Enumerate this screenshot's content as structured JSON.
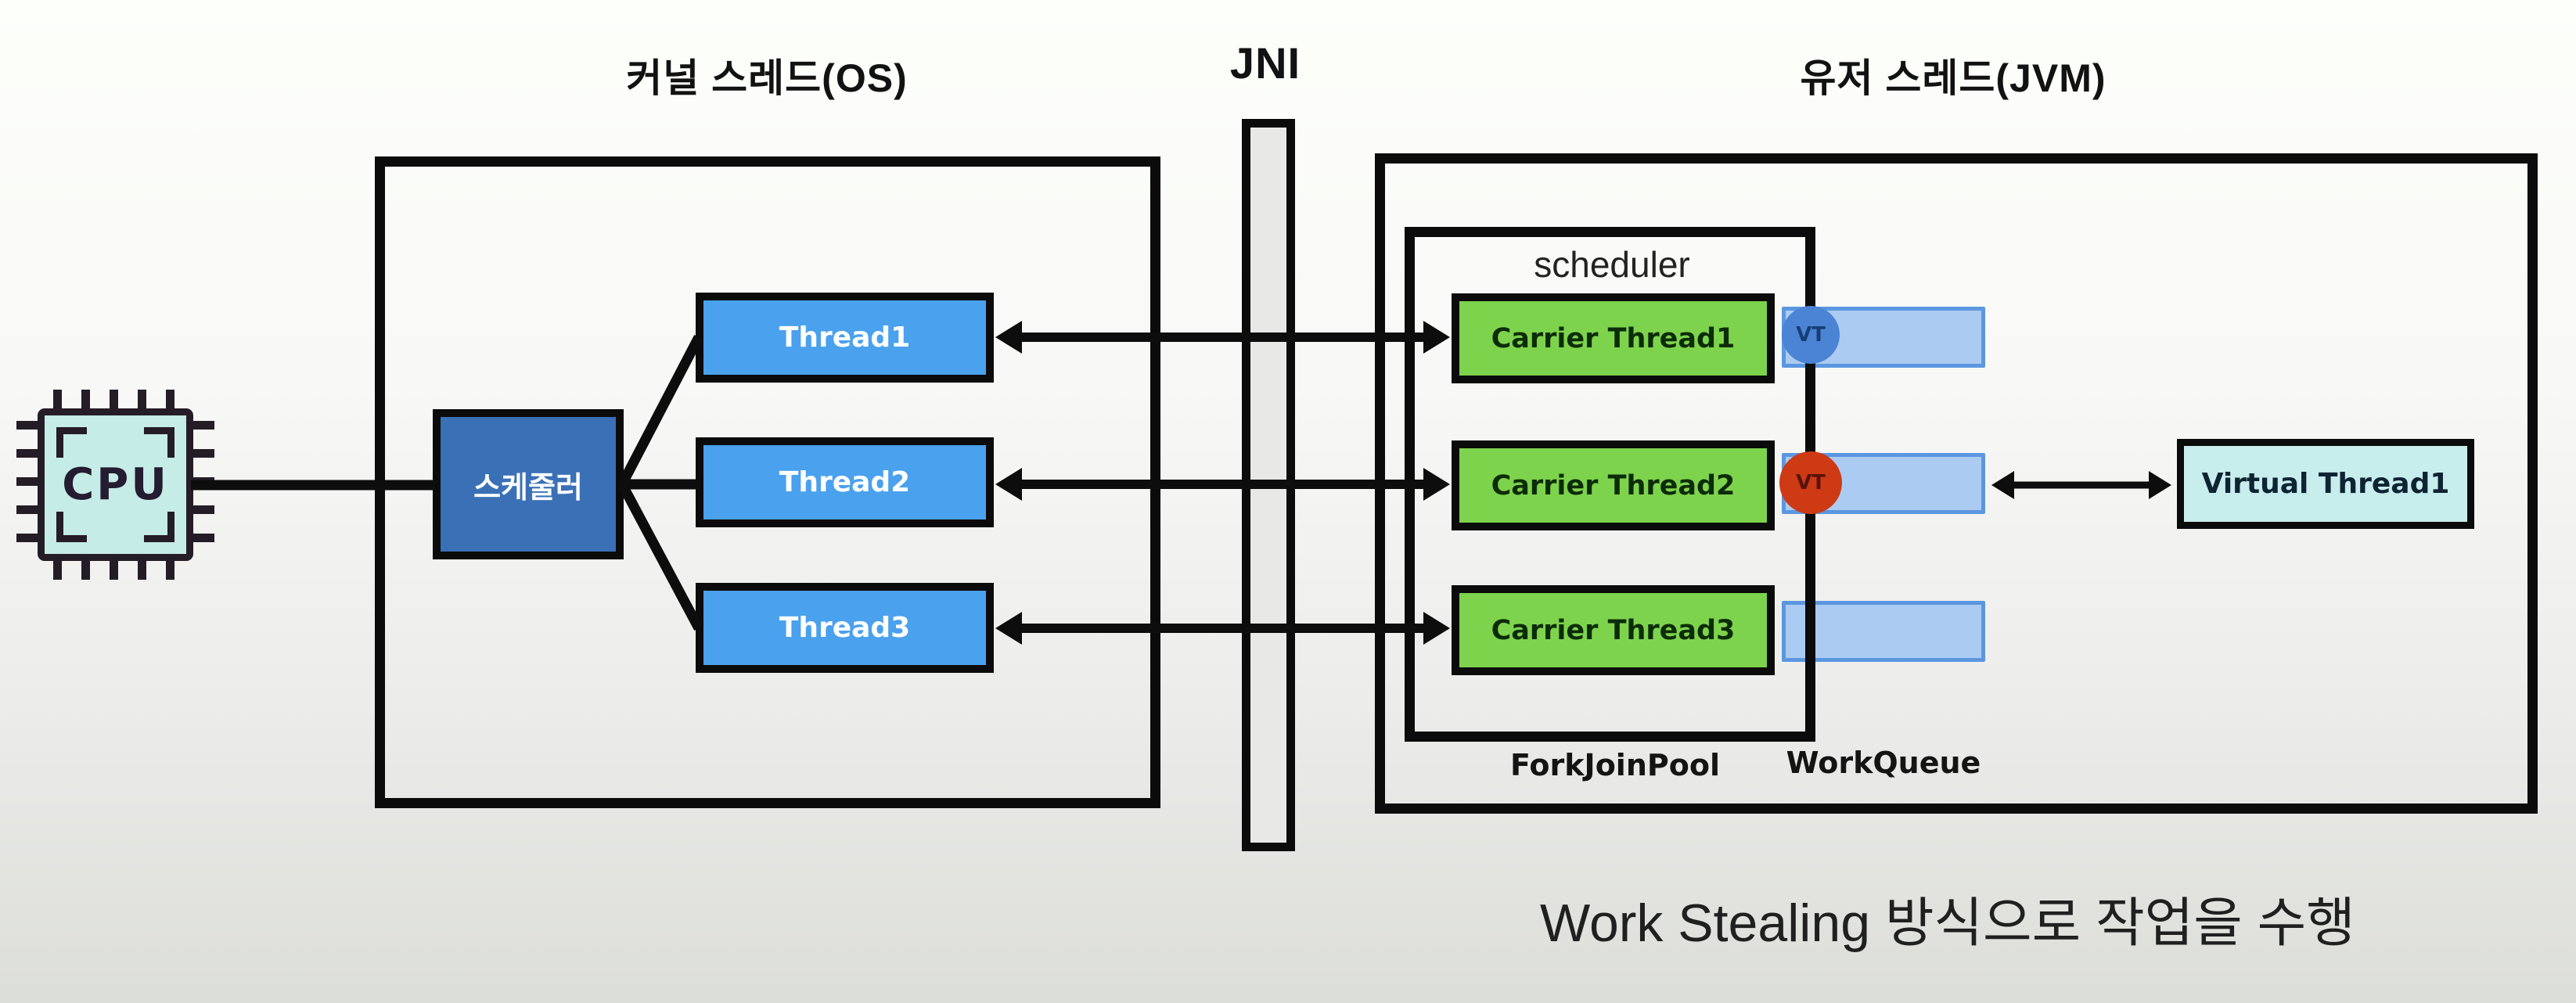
{
  "titles": {
    "kernel_threads": "커널 스레드(OS)",
    "jni": "JNI",
    "user_threads": "유저 스레드(JVM)"
  },
  "cpu": {
    "label": "CPU"
  },
  "os_section": {
    "scheduler": "스케줄러",
    "threads": [
      "Thread1",
      "Thread2",
      "Thread3"
    ]
  },
  "jvm_section": {
    "scheduler_label": "scheduler",
    "carrier_threads": [
      "Carrier Thread1",
      "Carrier Thread2",
      "Carrier Thread3"
    ],
    "forkjoinpool_label": "ForkJoinPool",
    "workqueue_label": "WorkQueue",
    "vt_badge_1": "VT",
    "vt_badge_2": "VT",
    "virtual_thread": "Virtual Thread1"
  },
  "caption": "Work Stealing 방식으로 작업을 수행",
  "colors": {
    "thread_blue": "#4aa1ed",
    "scheduler_blue": "#3a70b6",
    "carrier_green": "#7ed34d",
    "workqueue_fill": "#accbf2",
    "workqueue_border": "#5b97e0",
    "vt_badge_blue": "#4b84d4",
    "vt_badge_red": "#cd3a14",
    "cpu_fill": "#c5ece7",
    "virtual_thread_fill": "#c8eded",
    "jni_bar_fill": "#e8e8e6",
    "line_black": "#0d0d0d"
  }
}
